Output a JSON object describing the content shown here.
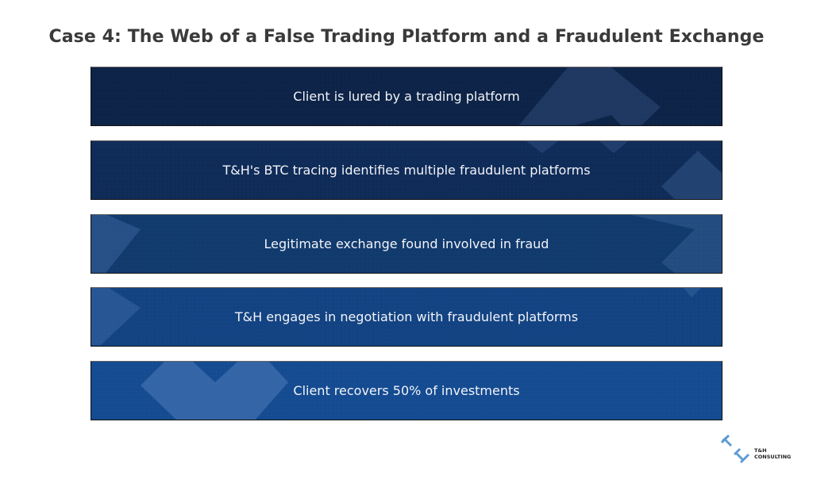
{
  "title": "Case 4: The Web of a False Trading Platform and a Fraudulent Exchange",
  "steps": [
    {
      "label": "Client is lured by a trading platform",
      "color": "#0d2347"
    },
    {
      "label": "T&H's BTC tracing identifies multiple fraudulent platforms",
      "color": "#0f2b58"
    },
    {
      "label": "Legitimate exchange found involved in fraud",
      "color": "#113a6d"
    },
    {
      "label": "T&H engages in negotiation with fraudulent platforms",
      "color": "#134382"
    },
    {
      "label": "Client recovers 50% of investments",
      "color": "#154b91"
    }
  ],
  "logo": {
    "line1": "T&H",
    "line2": "CONSULTING",
    "color": "#5b9bd5"
  },
  "colors": {
    "title": "#3a3a3a",
    "text": "#f2f4f8",
    "shape": "#5a86c0"
  }
}
